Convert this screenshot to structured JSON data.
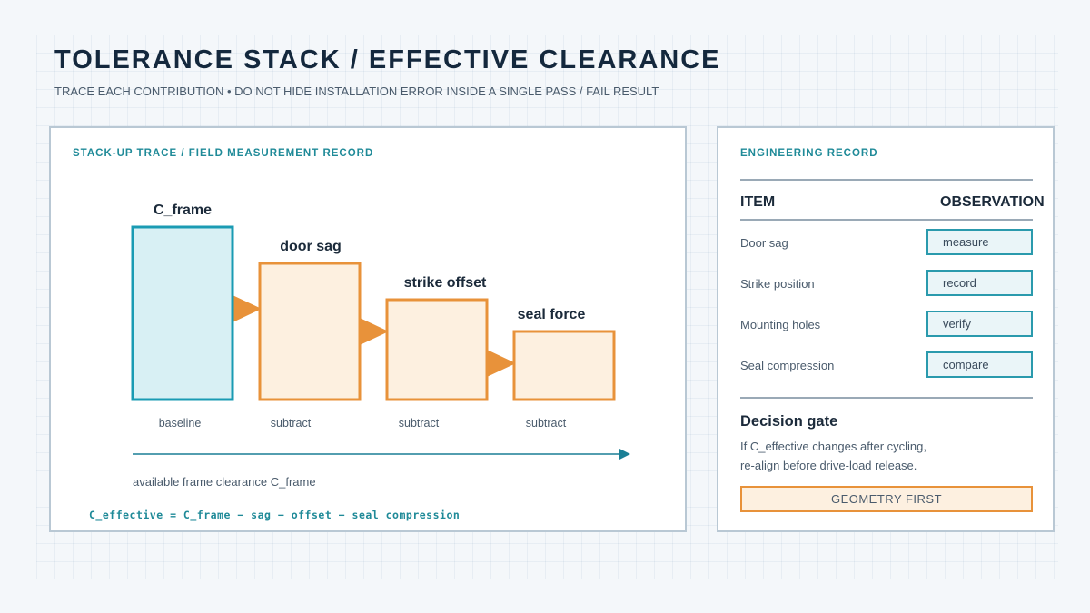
{
  "header": {
    "title": "TOLERANCE STACK / EFFECTIVE CLEARANCE",
    "subtitle": "TRACE EACH CONTRIBUTION • DO NOT HIDE INSTALLATION ERROR INSIDE A SINGLE PASS / FAIL RESULT"
  },
  "diagram": {
    "label": "STACK-UP TRACE / FIELD MEASUREMENT RECORD",
    "blocks": [
      {
        "title": "C_frame",
        "sub": "baseline"
      },
      {
        "title": "door sag",
        "sub": "subtract"
      },
      {
        "title": "strike offset",
        "sub": "subtract"
      },
      {
        "title": "seal force",
        "sub": "subtract"
      }
    ],
    "axis_label": "available frame clearance C_frame",
    "formula": "C_effective = C_frame − sag − offset − seal compression",
    "colors": {
      "baseline": "#1a9bb3",
      "baseline_fill": "#d8f0f4",
      "subtract": "#e8923a",
      "subtract_fill": "#fdf0e0",
      "axis": "#1a7f95"
    }
  },
  "record": {
    "label": "ENGINEERING RECORD",
    "col_item": "ITEM",
    "col_observation": "OBSERVATION",
    "rows": [
      {
        "item": "Door sag",
        "observation": "measure"
      },
      {
        "item": "Strike position",
        "observation": "record"
      },
      {
        "item": "Mounting holes",
        "observation": "verify"
      },
      {
        "item": "Seal compression",
        "observation": "compare"
      }
    ],
    "gate_title": "Decision gate",
    "gate_line1": "If C_effective changes after cycling,",
    "gate_line2": "re-align before drive-load release.",
    "gate_badge": "GEOMETRY FIRST"
  }
}
